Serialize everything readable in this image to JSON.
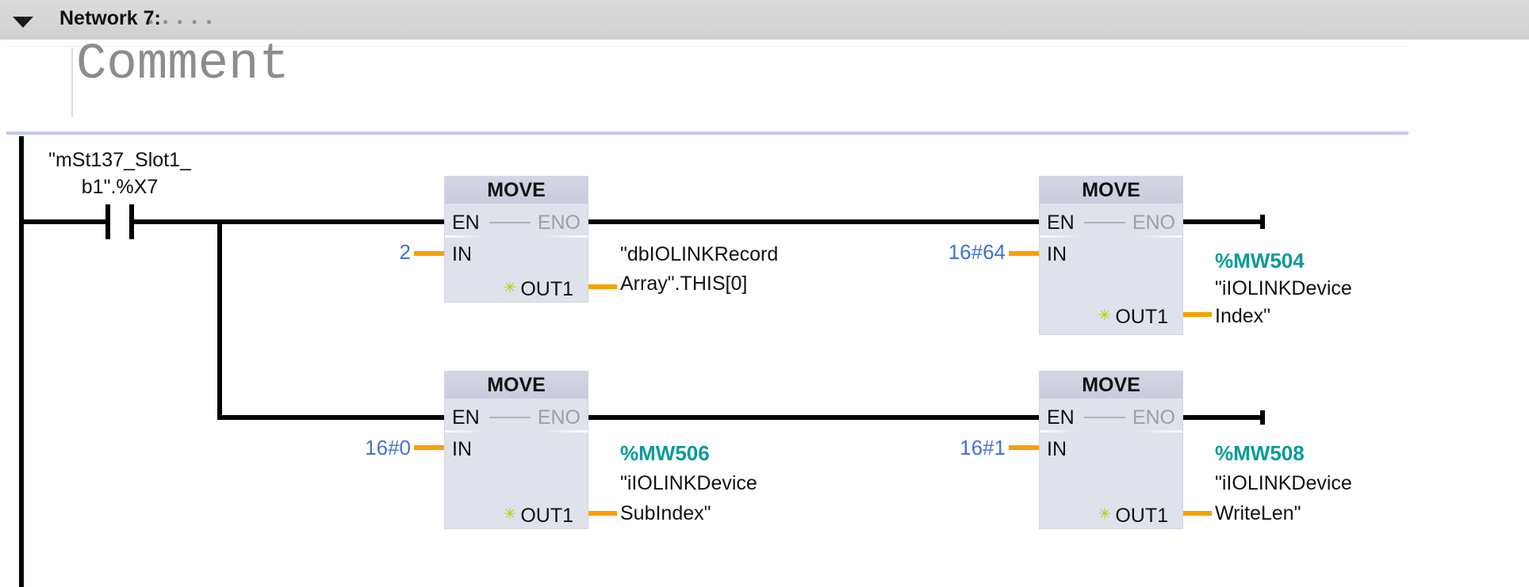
{
  "header": {
    "collapse_icon": "triangle-down-icon",
    "title": "Network 7:",
    "title_dots": "....."
  },
  "comment": {
    "placeholder": "Comment"
  },
  "rung": {
    "contact": {
      "type": "normally-open",
      "operand_line1": "\"mSt137_Slot1_",
      "operand_line2": "b1\".%X7"
    }
  },
  "blocks": [
    {
      "title": "MOVE",
      "en_label": "EN",
      "eno_label": "ENO",
      "in_label": "IN",
      "out_label": "OUT1",
      "in_value": "2",
      "operand_address": "",
      "operand_lines": [
        "\"dbIOLINKRecord",
        "Array\".THIS[0]"
      ]
    },
    {
      "title": "MOVE",
      "en_label": "EN",
      "eno_label": "ENO",
      "in_label": "IN",
      "out_label": "OUT1",
      "in_value": "16#64",
      "operand_address": "%MW504",
      "operand_lines": [
        "\"iIOLINKDevice",
        "Index\""
      ]
    },
    {
      "title": "MOVE",
      "en_label": "EN",
      "eno_label": "ENO",
      "in_label": "IN",
      "out_label": "OUT1",
      "in_value": "16#0",
      "operand_address": "%MW506",
      "operand_lines": [
        "\"iIOLINKDevice",
        "SubIndex\""
      ]
    },
    {
      "title": "MOVE",
      "en_label": "EN",
      "eno_label": "ENO",
      "in_label": "IN",
      "out_label": "OUT1",
      "in_value": "16#1",
      "operand_address": "%MW508",
      "operand_lines": [
        "\"iIOLINKDevice",
        "WriteLen\""
      ]
    }
  ],
  "icons": {
    "add_output_star": "✳"
  },
  "colors": {
    "operand_address_teal": "#0a9a9a",
    "constant_blue": "#4472d0",
    "wire_orange": "#f7a000",
    "block_body": "#dfe1eb",
    "block_header": "#cdcfdf",
    "network_bar": "#d6d6d6",
    "separator_lavender": "#c6c9e8"
  }
}
